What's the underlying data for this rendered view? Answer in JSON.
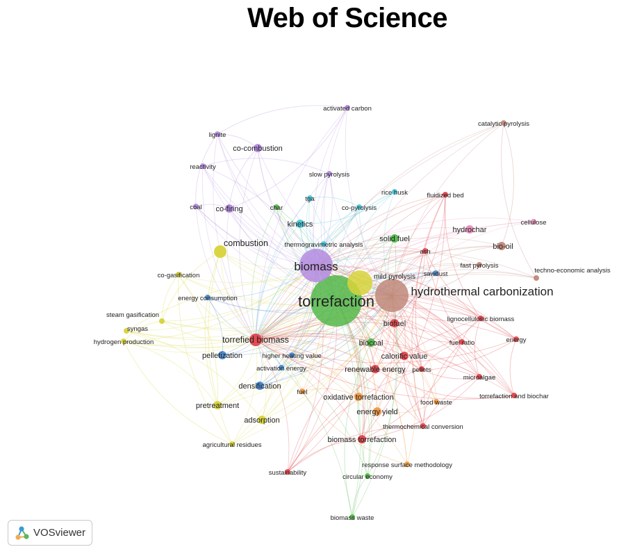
{
  "title": "Web of Science",
  "badge": {
    "label": "VOSviewer",
    "icon": "vosviewer-logo-icon"
  },
  "colors": {
    "red": "#e0454c",
    "green": "#53b84a",
    "blue": "#4a88cc",
    "yellow": "#d7d33a",
    "purple": "#b48be0",
    "cyan": "#49c6d8",
    "orange": "#ee9944",
    "brown": "#c0887a",
    "pink": "#e88fbc"
  },
  "network": {
    "nodes": [
      {
        "id": "torrefaction",
        "label": "torrefaction",
        "cluster": "green",
        "weight": 10
      },
      {
        "id": "biomass",
        "label": "biomass",
        "cluster": "purple",
        "weight": 6
      },
      {
        "id": "hydrothermal-carbonization",
        "label": "hydrothermal carbonization",
        "cluster": "brown",
        "weight": 6
      },
      {
        "id": "torrefied-biomass",
        "label": "torrefied biomass",
        "cluster": "red",
        "weight": 3
      },
      {
        "id": "mild-pyrolysis",
        "label": "mild pyrolysis",
        "cluster": "yellow",
        "weight": 5
      },
      {
        "id": "combustion",
        "label": "combustion",
        "cluster": "yellow",
        "weight": 3
      },
      {
        "id": "bio-oil",
        "label": "bio-oil",
        "cluster": "brown",
        "weight": 2
      },
      {
        "id": "kinetics",
        "label": "kinetics",
        "cluster": "cyan",
        "weight": 2
      },
      {
        "id": "biocoal",
        "label": "biocoal",
        "cluster": "green",
        "weight": 2
      },
      {
        "id": "energy-yield",
        "label": "energy yield",
        "cluster": "orange",
        "weight": 2
      },
      {
        "id": "biofuel",
        "label": "biofuel",
        "cluster": "red",
        "weight": 2
      },
      {
        "id": "co-combustion",
        "label": "co-combustion",
        "cluster": "purple",
        "weight": 2
      },
      {
        "id": "co-firing",
        "label": "co-firing",
        "cluster": "purple",
        "weight": 2
      },
      {
        "id": "hydrochar",
        "label": "hydrochar",
        "cluster": "pink",
        "weight": 2
      },
      {
        "id": "pelletization",
        "label": "pelletization",
        "cluster": "blue",
        "weight": 2
      },
      {
        "id": "calorific-value",
        "label": "calorific value",
        "cluster": "red",
        "weight": 2
      },
      {
        "id": "renewable-energy",
        "label": "renewable energy",
        "cluster": "red",
        "weight": 2
      },
      {
        "id": "oxidative-torrefaction",
        "label": "oxidative torrefaction",
        "cluster": "orange",
        "weight": 2
      },
      {
        "id": "pretreatment",
        "label": "pretreatment",
        "cluster": "yellow",
        "weight": 2
      },
      {
        "id": "adsorption",
        "label": "adsorption",
        "cluster": "yellow",
        "weight": 2
      },
      {
        "id": "densification",
        "label": "densification",
        "cluster": "blue",
        "weight": 2
      },
      {
        "id": "biomass-torrefaction",
        "label": "biomass torrefaction",
        "cluster": "red",
        "weight": 2
      },
      {
        "id": "solid-fuel",
        "label": "solid fuel",
        "cluster": "green",
        "weight": 2
      },
      {
        "id": "thermogravimetric-analysis",
        "label": "thermogravimetric analysis",
        "cluster": "cyan",
        "weight": 1
      },
      {
        "id": "slow-pyrolysis",
        "label": "slow pyrolysis",
        "cluster": "purple",
        "weight": 1
      },
      {
        "id": "co-pyrolysis",
        "label": "co-pyrolysis",
        "cluster": "cyan",
        "weight": 1
      },
      {
        "id": "rice-husk",
        "label": "rice husk",
        "cluster": "cyan",
        "weight": 1
      },
      {
        "id": "fluidized-bed",
        "label": "fluidized bed",
        "cluster": "red",
        "weight": 1
      },
      {
        "id": "activated-carbon",
        "label": "activated carbon",
        "cluster": "purple",
        "weight": 1
      },
      {
        "id": "catalytic-pyrolysis",
        "label": "catalytic pyrolysis",
        "cluster": "brown",
        "weight": 1
      },
      {
        "id": "lignite",
        "label": "lignite",
        "cluster": "purple",
        "weight": 1
      },
      {
        "id": "reactivity",
        "label": "reactivity",
        "cluster": "purple",
        "weight": 1
      },
      {
        "id": "coal",
        "label": "coal",
        "cluster": "purple",
        "weight": 1
      },
      {
        "id": "char",
        "label": "char",
        "cluster": "green",
        "weight": 1
      },
      {
        "id": "tga",
        "label": "tga",
        "cluster": "cyan",
        "weight": 1
      },
      {
        "id": "cellulose",
        "label": "cellulose",
        "cluster": "pink",
        "weight": 1
      },
      {
        "id": "ash",
        "label": "ash",
        "cluster": "red",
        "weight": 1
      },
      {
        "id": "sawdust",
        "label": "sawdust",
        "cluster": "blue",
        "weight": 1
      },
      {
        "id": "fast-pyrolysis",
        "label": "fast pyrolysis",
        "cluster": "brown",
        "weight": 1
      },
      {
        "id": "techno-economic-analysis",
        "label": "techno-economic analysis",
        "cluster": "brown",
        "weight": 1
      },
      {
        "id": "co-gasification",
        "label": "co-gasification",
        "cluster": "yellow",
        "weight": 1
      },
      {
        "id": "energy-consumption",
        "label": "energy consumption",
        "cluster": "blue",
        "weight": 1
      },
      {
        "id": "lignocellulosic-biomass",
        "label": "lignocellulosic biomass",
        "cluster": "red",
        "weight": 1
      },
      {
        "id": "steam-gasification",
        "label": "steam gasification",
        "cluster": "yellow",
        "weight": 1
      },
      {
        "id": "syngas",
        "label": "syngas",
        "cluster": "yellow",
        "weight": 1
      },
      {
        "id": "hydrogen-production",
        "label": "hydrogen production",
        "cluster": "yellow",
        "weight": 1
      },
      {
        "id": "fuel-ratio",
        "label": "fuel ratio",
        "cluster": "red",
        "weight": 1
      },
      {
        "id": "energy",
        "label": "energy",
        "cluster": "red",
        "weight": 1
      },
      {
        "id": "higher-heating-value",
        "label": "higher heating value",
        "cluster": "blue",
        "weight": 1
      },
      {
        "id": "activation-energy",
        "label": "activation energy",
        "cluster": "blue",
        "weight": 1
      },
      {
        "id": "pellets",
        "label": "pellets",
        "cluster": "red",
        "weight": 1
      },
      {
        "id": "microalgae",
        "label": "microalgae",
        "cluster": "red",
        "weight": 1
      },
      {
        "id": "torrefaction-and-biochar",
        "label": "torrefaction and biochar",
        "cluster": "red",
        "weight": 1
      },
      {
        "id": "fuel",
        "label": "fuel",
        "cluster": "orange",
        "weight": 1
      },
      {
        "id": "food-waste",
        "label": "food waste",
        "cluster": "orange",
        "weight": 1
      },
      {
        "id": "thermochemical-conversion",
        "label": "thermochemical conversion",
        "cluster": "red",
        "weight": 1
      },
      {
        "id": "agricultural-residues",
        "label": "agricultural residues",
        "cluster": "yellow",
        "weight": 1
      },
      {
        "id": "response-surface-methodology",
        "label": "response surface methodology",
        "cluster": "orange",
        "weight": 1
      },
      {
        "id": "sustainability",
        "label": "sustainability",
        "cluster": "red",
        "weight": 1
      },
      {
        "id": "circular-economy",
        "label": "circular economy",
        "cluster": "green",
        "weight": 1
      },
      {
        "id": "biomass-waste",
        "label": "biomass waste",
        "cluster": "green",
        "weight": 1
      }
    ]
  }
}
